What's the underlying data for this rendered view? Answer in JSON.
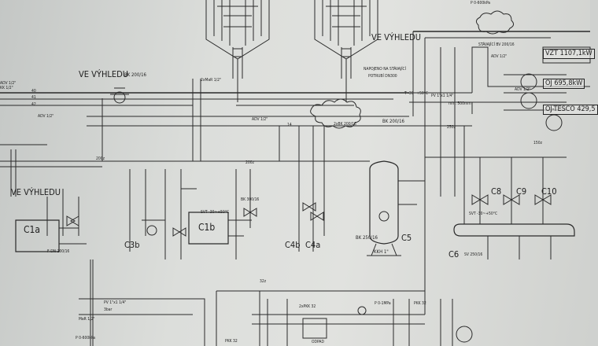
{
  "sheet": {
    "header_left": "VE VÝHLEDU",
    "header_right": "VE VÝHLEDU",
    "header_left_lower": "VE VÝHLEDU",
    "connection_note_1": "NAPOJENO NA STÁVAJÍCÍ",
    "connection_note_2": "POTRUBÍ DN300",
    "existing_pipe": "STÁVAJÍCÍ BV 200/16",
    "existing_pressure": "P 0-600kPa"
  },
  "units": [
    {
      "tag": "VZT",
      "value": "VZT 1107,1kW"
    },
    {
      "tag": "OJ",
      "value": "OJ 695,8kW"
    },
    {
      "tag": "OJ-TESCO",
      "value": "OJ-TESCO 429,5"
    }
  ],
  "equipment": [
    {
      "id": "C1a",
      "label": "C1a"
    },
    {
      "id": "C1b",
      "label": "C1b"
    },
    {
      "id": "C3b",
      "label": "C3b"
    },
    {
      "id": "C4b",
      "label": "C4b"
    },
    {
      "id": "C4a",
      "label": "C4a"
    },
    {
      "id": "C5",
      "label": "C5"
    },
    {
      "id": "C6",
      "label": "C6"
    },
    {
      "id": "C8",
      "label": "C8"
    },
    {
      "id": "C9",
      "label": "C9"
    },
    {
      "id": "C10",
      "label": "C10"
    }
  ],
  "callouts": {
    "bk_200_16": "BK 200/16",
    "bk_250_16": "BK 250/16",
    "adv_kk": "ADV 1/2\"",
    "kk_half": "KK 1/2\"",
    "kk_1": "KKH 1\"",
    "two_x_bk": "2xBK 200/16",
    "two_x_mb": "2xMaR 1/2\"",
    "pv": "PV 1\"x1 1/4\"",
    "pv_bar": "3bar",
    "temp_range": "T -30~+50°C",
    "temp_range_2": "SVT -30~+50°C",
    "mar": "MaR 1/2\"",
    "p_range": "P 0-600kPa",
    "pp_range": "P 0-1MPa",
    "length_500": "min. 500mm",
    "two_x_pkk": "2xPKK 32",
    "pkk": "PKK 32",
    "dn_200": "200z",
    "dn_250": "250z",
    "dn_150": "150z",
    "dn_32": "32z",
    "odpad": "ODPAD",
    "z_40": "40",
    "z_41": "41",
    "z_42": "42",
    "z_14": "14",
    "bk_300": "BK 300/16",
    "sv_label": "SV 250/16",
    "fb": "F-DN 200/16"
  }
}
